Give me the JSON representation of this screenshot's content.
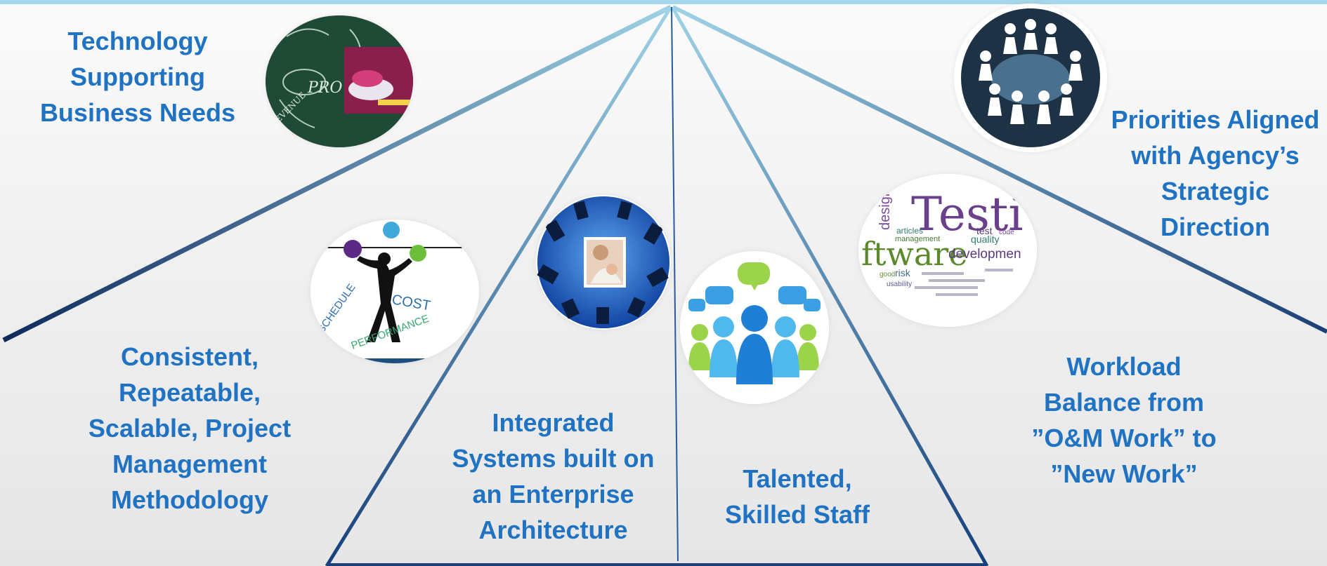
{
  "colors": {
    "text": "#1f73c2",
    "line_dark": "#0d2a5c",
    "line_light": "#9fd3e6",
    "background": "#ececec"
  },
  "labels": {
    "technology": [
      "Technology",
      "Supporting",
      "Business Needs"
    ],
    "priorities": [
      "Priorities Aligned",
      "with Agency’s",
      "Strategic",
      "Direction"
    ],
    "project_mgmt": [
      "Consistent,",
      "Repeatable,",
      "Scalable, Project",
      "Management",
      "Methodology"
    ],
    "integrated": [
      "Integrated",
      "Systems built on",
      "an Enterprise",
      "Architecture"
    ],
    "staff": [
      "Talented,",
      "Skilled Staff"
    ],
    "workload": [
      "Workload",
      "Balance from",
      "”O&M Work” to",
      "”New Work”"
    ]
  },
  "images": {
    "chalkboard": {
      "icon": "chalkboard-mouse-icon",
      "text": [
        "PRO",
        "REVENUE"
      ]
    },
    "meeting": {
      "icon": "meeting-table-icon"
    },
    "juggler": {
      "icon": "juggler-icon",
      "words": [
        "COST",
        "SCHEDULE",
        "PERFORMANCE"
      ]
    },
    "globe": {
      "icon": "globe-devices-icon"
    },
    "team": {
      "icon": "team-speech-bubbles-icon"
    },
    "wordcloud": {
      "icon": "testing-wordcloud-icon",
      "words": [
        "Testi",
        "ftware",
        "developmen",
        "design",
        "articles",
        "management",
        "quality",
        "test",
        "code",
        "risk",
        "good",
        "usability"
      ]
    }
  }
}
